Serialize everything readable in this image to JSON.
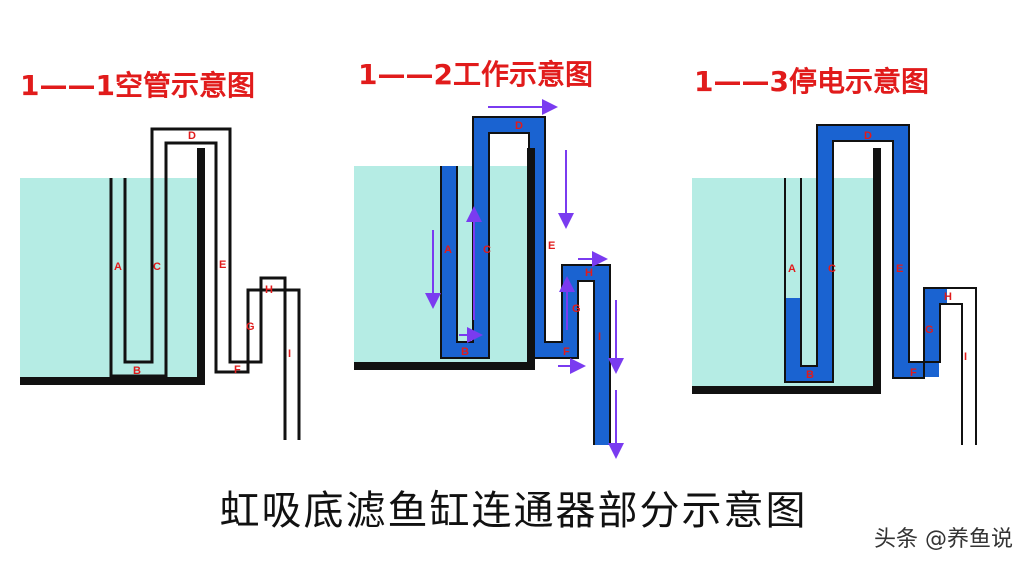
{
  "colors": {
    "water": "#b5ece4",
    "pipe_fill": "#1a63d1",
    "pipe_wall": "#111111",
    "label": "#e11b1b",
    "arrow": "#7a3bf0",
    "title": "#e11b1b"
  },
  "panels": [
    {
      "title": "1——1空管示意图",
      "state": "empty"
    },
    {
      "title": "1——2工作示意图",
      "state": "working"
    },
    {
      "title": "1——3停电示意图",
      "state": "power-off"
    }
  ],
  "labels": [
    "A",
    "B",
    "C",
    "D",
    "E",
    "F",
    "G",
    "H",
    "I"
  ],
  "caption": "虹吸底滤鱼缸连通器部分示意图",
  "watermark": "头条 @养鱼说"
}
